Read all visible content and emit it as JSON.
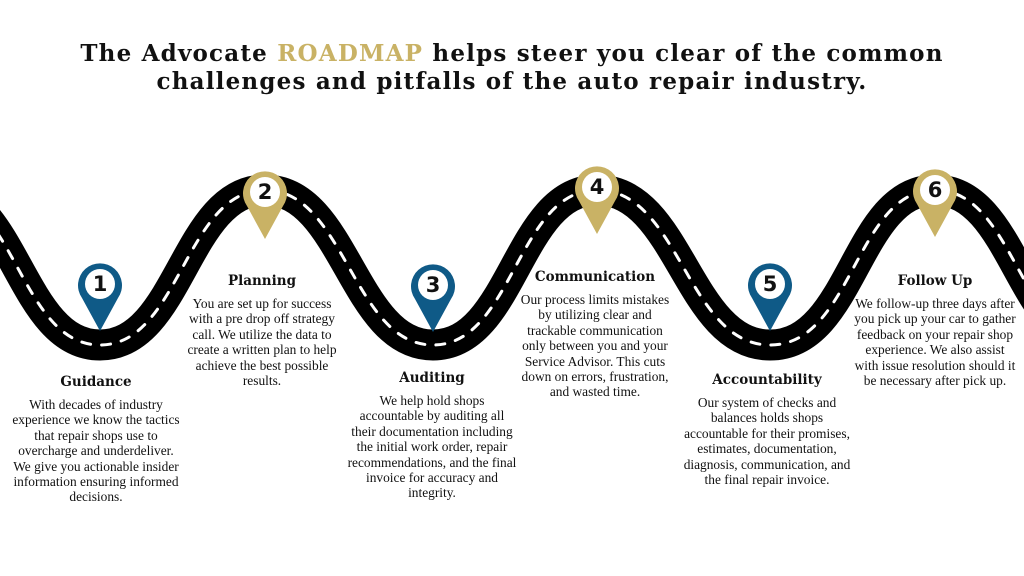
{
  "header": {
    "line1_before": "The Advocate ",
    "line1_highlight": "ROADMAP",
    "line1_after": " helps steer you clear of the common",
    "line2": "challenges and pitfalls of the auto repair industry."
  },
  "colors": {
    "blue": "#0f5a87",
    "gold": "#c9b265",
    "road": "#000000"
  },
  "steps": [
    {
      "number": "1",
      "title": "Guidance",
      "body": "With decades of industry experience we know the tactics that repair shops use to overcharge and underdeliver. We give you actionable insider information ensuring informed decisions."
    },
    {
      "number": "2",
      "title": "Planning",
      "body": "You are set up for success with a pre drop off strategy call.  We utilize the data to create a written plan to help achieve the best possible results."
    },
    {
      "number": "3",
      "title": "Auditing",
      "body": "We help hold shops accountable by auditing all their documentation including the initial work order, repair recommendations, and the final invoice for accuracy and integrity."
    },
    {
      "number": "4",
      "title": "Communication",
      "body": "Our process limits mistakes by utilizing clear and trackable communication only between you and your Service Advisor.  This cuts down on errors, frustration, and wasted time."
    },
    {
      "number": "5",
      "title": "Accountability",
      "body": "Our system of checks and balances holds shops accountable for their promises, estimates, documentation, diagnosis, communication, and the final repair invoice."
    },
    {
      "number": "6",
      "title": "Follow Up",
      "body": "We follow-up three days after you pick up your car to gather feedback on your repair shop experience.  We also assist with issue resolution should it be necessary after pick up."
    }
  ]
}
